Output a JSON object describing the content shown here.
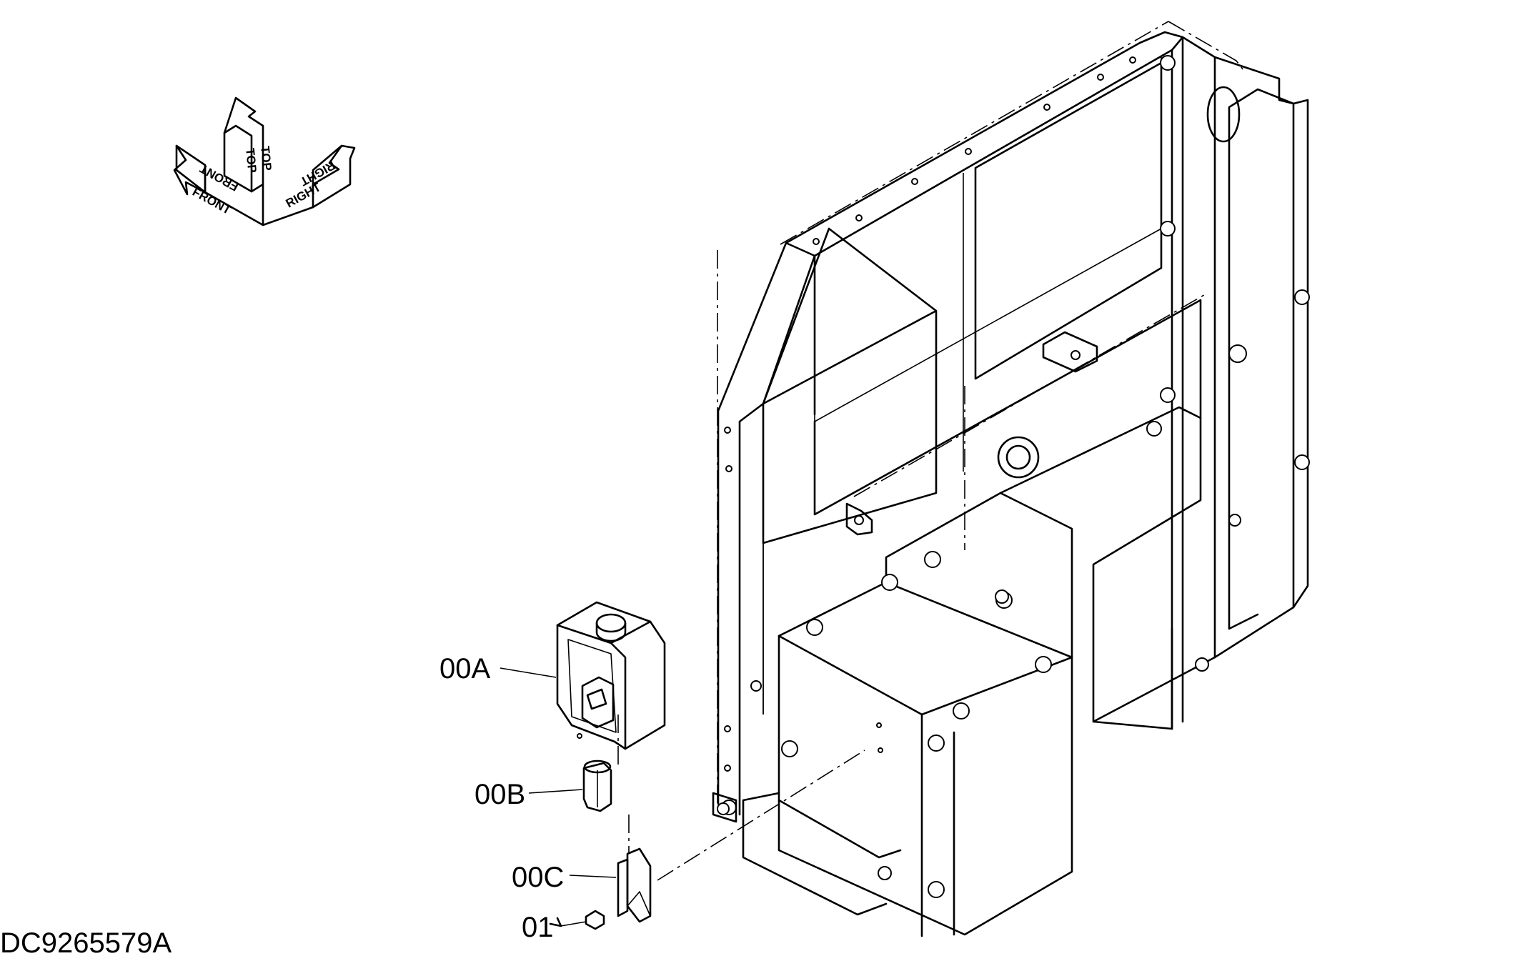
{
  "drawing": {
    "id": "DC9265579A"
  },
  "orientation": {
    "front": "FRONT",
    "top": "TOP",
    "right": "RIGHT"
  },
  "parts": [
    {
      "code": "00A"
    },
    {
      "code": "00B"
    },
    {
      "code": "00C"
    },
    {
      "code": "01"
    }
  ]
}
